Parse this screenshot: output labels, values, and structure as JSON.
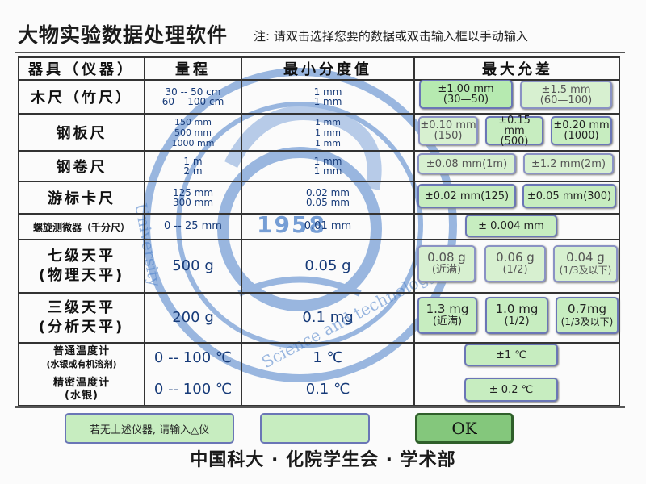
{
  "window": {
    "title": "大物实验数据处理软件",
    "note": "注:  请双击选择您要的数据或双击输入框以手动输入"
  },
  "table": {
    "headers": [
      "器具（仪器）",
      "量程",
      "最小分度值",
      "最大允差"
    ],
    "rows": [
      {
        "name": "木尺（竹尺）",
        "range": [
          "30 -- 50 cm",
          "60 -- 100 cm"
        ],
        "min_div": [
          "1  mm",
          "1  mm"
        ],
        "tolerance": [
          {
            "value": "±1.00  mm",
            "cond": "(30—50)"
          },
          {
            "value": "±1.5  mm",
            "cond": "(60—100)"
          }
        ]
      },
      {
        "name": "钢板尺",
        "range": [
          "150 mm",
          "500 mm",
          "1000 mm"
        ],
        "min_div": [
          "1 mm",
          "1 mm",
          "1 mm"
        ],
        "tolerance": [
          {
            "value": "±0.10 mm",
            "cond": "(150)"
          },
          {
            "value": "±0.15 mm",
            "cond": "(500)"
          },
          {
            "value": "±0.20 mm",
            "cond": "(1000)"
          }
        ]
      },
      {
        "name": "钢卷尺",
        "range": [
          "1  m",
          "2  m"
        ],
        "min_div": [
          "1  mm",
          "1  mm"
        ],
        "tolerance": [
          {
            "value": "±0.08 mm(1m)"
          },
          {
            "value": "±1.2 mm(2m)"
          }
        ]
      },
      {
        "name": "游标卡尺",
        "range": [
          "125  mm",
          "300  mm"
        ],
        "min_div": [
          "0.02  mm",
          "0.05  mm"
        ],
        "tolerance": [
          {
            "value": "±0.02 mm(125)"
          },
          {
            "value": "±0.05 mm(300)"
          }
        ]
      },
      {
        "name": "螺旋测微器（千分尺）",
        "range": [
          "0  --  25 mm"
        ],
        "min_div": [
          "0.01  mm"
        ],
        "tolerance": [
          {
            "value": "±  0.004 mm"
          }
        ]
      },
      {
        "name": [
          "七级天平",
          "(物理天平)"
        ],
        "range": [
          "500 g"
        ],
        "min_div": [
          "0.05 g"
        ],
        "tolerance": [
          {
            "value": "0.08 g",
            "cond": "(近满)"
          },
          {
            "value": "0.06 g",
            "cond": "(1/2)"
          },
          {
            "value": "0.04 g",
            "cond": "(1/3及以下)"
          }
        ]
      },
      {
        "name": [
          "三级天平",
          "(分析天平)"
        ],
        "range": [
          "200 g"
        ],
        "min_div": [
          "0.1 mg"
        ],
        "tolerance": [
          {
            "value": "1.3 mg",
            "cond": "(近满)"
          },
          {
            "value": "1.0 mg",
            "cond": "(1/2)"
          },
          {
            "value": "0.7mg",
            "cond": "(1/3及以下)"
          }
        ]
      },
      {
        "name": [
          "普通温度计",
          "(水银或有机溶剂)"
        ],
        "range": [
          "0 -- 100 ℃"
        ],
        "min_div": [
          "1  ℃"
        ],
        "tolerance": [
          {
            "value": "±1  ℃"
          }
        ]
      },
      {
        "name": [
          "精密温度计",
          "(水银)"
        ],
        "range": [
          "0 -- 100 ℃"
        ],
        "min_div": [
          "0.1 ℃"
        ],
        "tolerance": [
          {
            "value": "±  0.2  ℃"
          }
        ]
      }
    ]
  },
  "controls": {
    "other_label": "若无上述仪器,  请输入△仪",
    "input_value": "",
    "ok_label": "OK"
  },
  "footer": "中国科大 · 化院学生会 · 学术部",
  "watermark": {
    "year": "1958",
    "text_left": "University",
    "text_bottom": "Science and technology"
  },
  "colors": {
    "button_fill": "#c7edc0",
    "button_border": "#6a76b6",
    "ok_fill": "#84c77c",
    "value_text": "#163a78",
    "watermark": "#4a7fc9"
  }
}
